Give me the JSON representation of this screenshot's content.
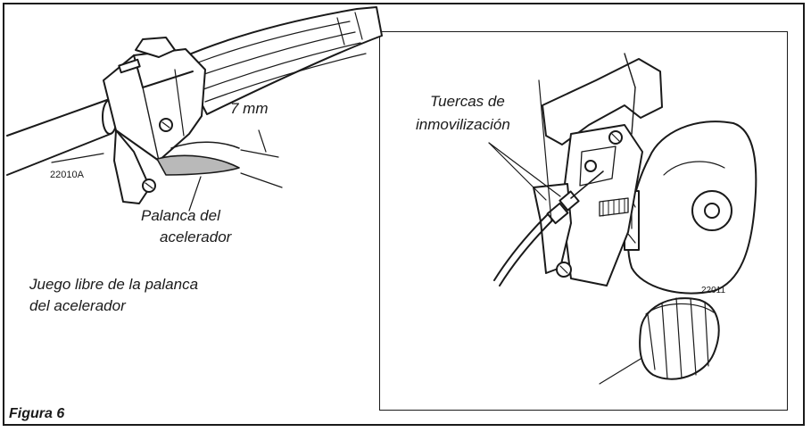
{
  "figure_caption": "Figura 6",
  "left_panel": {
    "gap_measure": "7 mm",
    "part_code": "22010A",
    "throttle_lever_label_line1": "Palanca del",
    "throttle_lever_label_line2": "acelerador",
    "description_line1": "Juego libre de la palanca",
    "description_line2": "del acelerador"
  },
  "right_panel": {
    "locknuts_label_line1": "Tuercas de",
    "locknuts_label_line2": "inmovilización",
    "part_code": "22011"
  }
}
